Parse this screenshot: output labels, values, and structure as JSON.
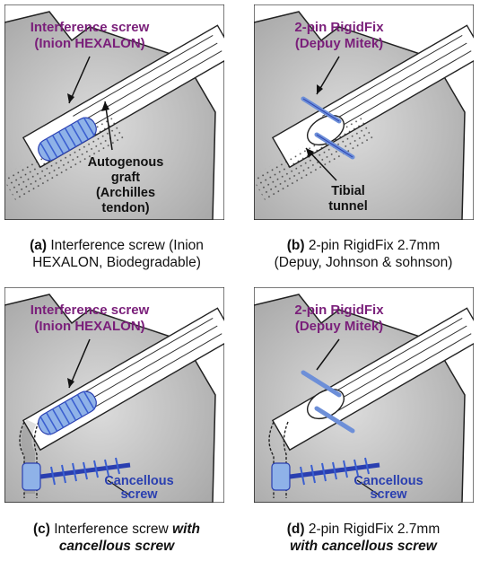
{
  "panels": {
    "a": {
      "label_title": [
        "Interference screw",
        "(Inion HEXALON)"
      ],
      "label_graft": [
        "Autogenous",
        "graft",
        "(Archilles",
        "tendon)"
      ],
      "caption_tag": "(a)",
      "caption_rest": " Interference screw (Inion",
      "caption_line2": "HEXALON, Biodegradable)"
    },
    "b": {
      "label_title": [
        "2-pin RigidFix",
        "(Depuy Mitek)"
      ],
      "label_tunnel": [
        "Tibial",
        "tunnel"
      ],
      "caption_tag": "(b)",
      "caption_rest": " 2-pin RigidFix 2.7mm",
      "caption_line2": "(Depuy, Johnson & sohnson)"
    },
    "c": {
      "label_title": [
        "Interference screw",
        "(Inion HEXALON)"
      ],
      "label_cancellous": [
        "Cancellous",
        "screw"
      ],
      "caption_tag": "(c)",
      "caption_rest": " Interference screw ",
      "caption_em": "with",
      "caption_line2": "cancellous screw"
    },
    "d": {
      "label_title": [
        "2-pin RigidFix",
        "(Depuy Mitek)"
      ],
      "label_cancellous": [
        "Cancellous",
        "screw"
      ],
      "caption_tag": "(d)",
      "caption_rest": " 2-pin RigidFix 2.7mm",
      "caption_line2": "with cancellous screw"
    }
  },
  "colors": {
    "bone": "#c9c9c9",
    "screw": "#8fb2e8",
    "label_purple": "#7a1f7a",
    "label_blue": "#2a3fb0"
  }
}
